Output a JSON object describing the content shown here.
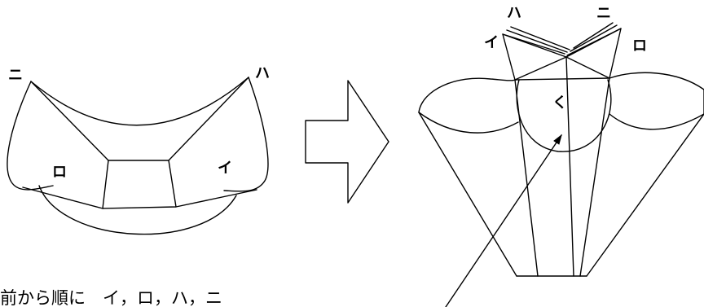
{
  "diagram": {
    "left_figure": {
      "labels": {
        "ni": "ニ",
        "ha": "ハ",
        "ro": "ロ",
        "i": "イ"
      }
    },
    "arrow": {
      "icon": "right-arrow-icon"
    },
    "right_figure": {
      "labels": {
        "i": "イ",
        "ha": "ハ",
        "ni": "ニ",
        "ro": "ロ",
        "ku": "く"
      }
    },
    "caption": "前から順に　イ，ロ，ハ，ニ"
  }
}
